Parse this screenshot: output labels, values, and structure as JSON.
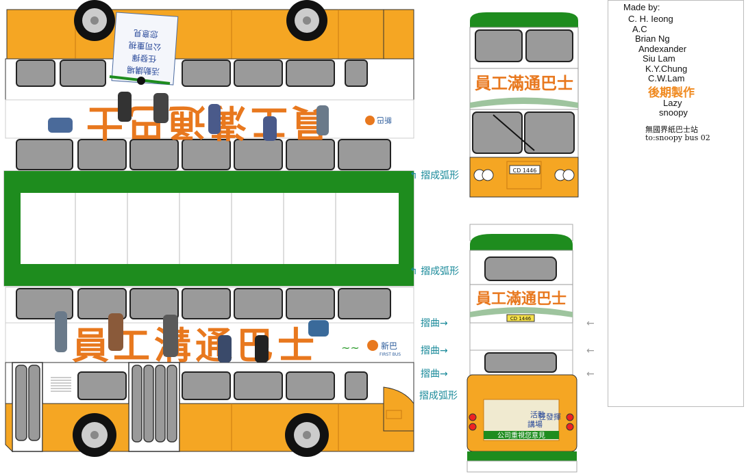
{
  "credits": {
    "made_by": "Made by:",
    "names": [
      "C. H. Ieong",
      "A.C",
      "Brian Ng",
      "Andexander",
      "Siu Lam",
      "K.Y.Chung",
      "C.W.Lam"
    ],
    "post_production": "後期製作",
    "post_names": [
      "Lazy",
      "snoopy"
    ],
    "site": "無國界紙巴士站",
    "file": "to:snoopy bus 02"
  },
  "fold_labels": {
    "curve": "摺成弧形",
    "fold": "摺曲→"
  },
  "bus": {
    "slogan": "員工溝通巴士",
    "slogan_front": "員工滿通巴士",
    "sign_lines": [
      "活動講場",
      "任發揮",
      "公司重視",
      "您意見"
    ],
    "rear_ad_lines": [
      "活動",
      "任發揮",
      "講場"
    ],
    "rear_ad_footer": "公司重視您意見",
    "brand_cn": "新巴",
    "brand_en": "FIRST BUS",
    "plate_front": "CD 1446",
    "plate_rear": "CD 1446"
  },
  "colors": {
    "orange": "#f5a623",
    "green": "#1e8c1e",
    "window": "#9a9a9a",
    "slogan": "#e8781e",
    "fold_text": "#1a8a9a"
  }
}
